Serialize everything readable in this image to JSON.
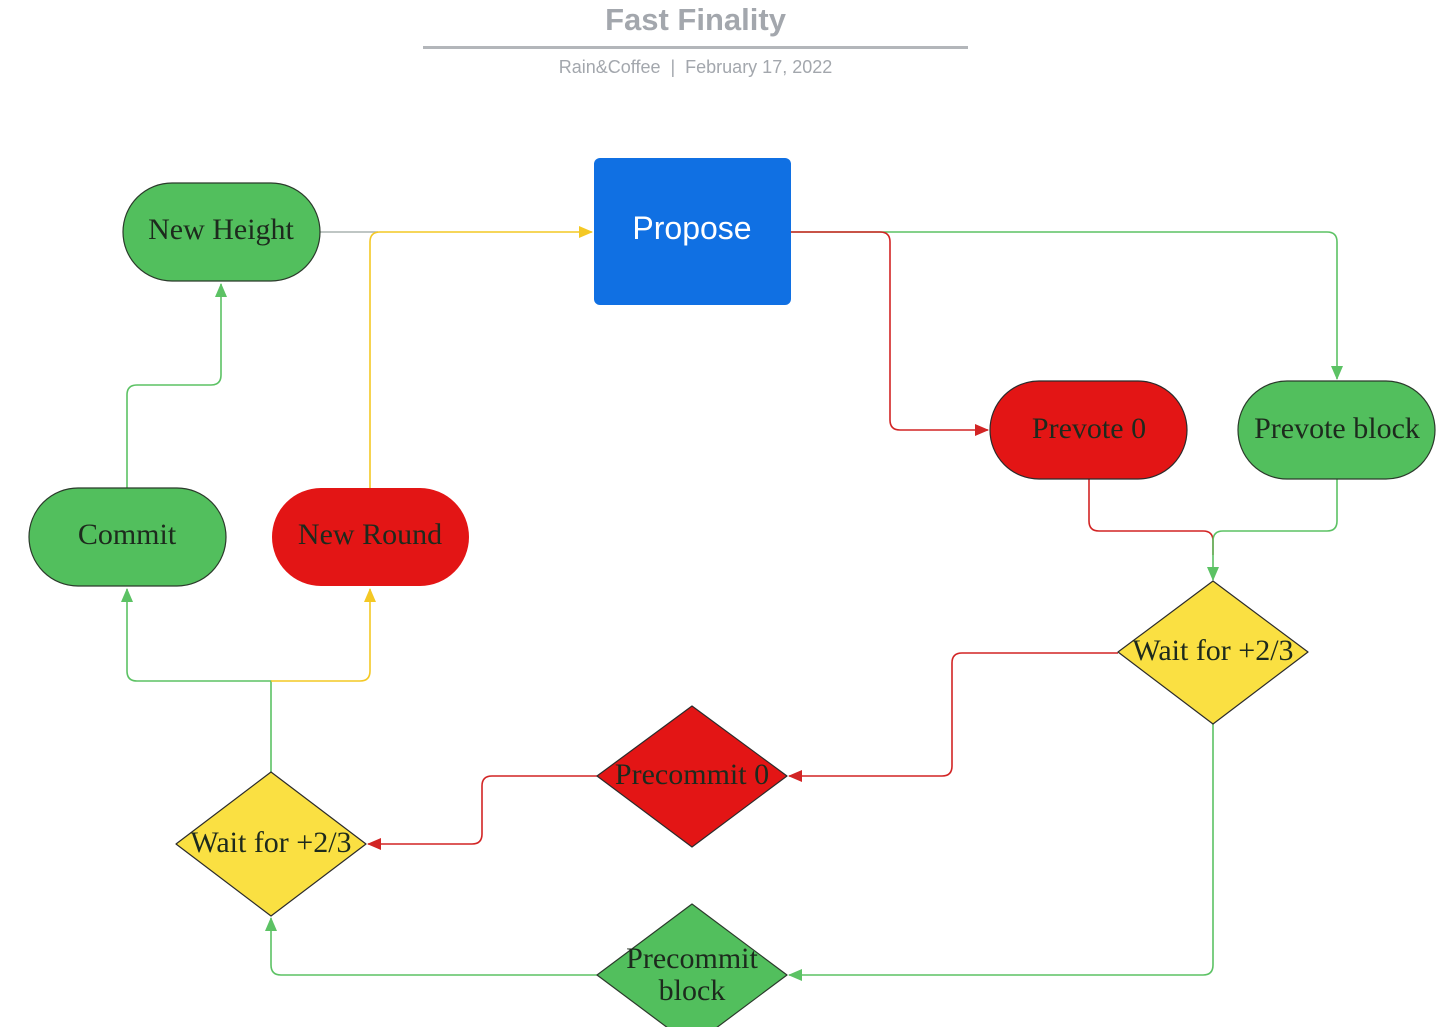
{
  "header": {
    "title": "Fast Finality",
    "author": "Rain&Coffee",
    "separator": "|",
    "date": "February 17, 2022"
  },
  "colors": {
    "green": "#52bf5d",
    "red": "#e31515",
    "yellow": "#fae042",
    "blue": "#1070e3",
    "edge_green": "#5cc264",
    "edge_red": "#d22424",
    "edge_yellow": "#f4c824"
  },
  "nodes": {
    "new_height": "New Height",
    "propose": "Propose",
    "prevote_0": "Prevote 0",
    "prevote_block": "Prevote block",
    "commit": "Commit",
    "new_round": "New Round",
    "wait_right": "Wait for +2/3",
    "precommit_0": "Precommit 0",
    "wait_left": "Wait for +2/3",
    "precommit_block_1": "Precommit",
    "precommit_block_2": "block"
  }
}
